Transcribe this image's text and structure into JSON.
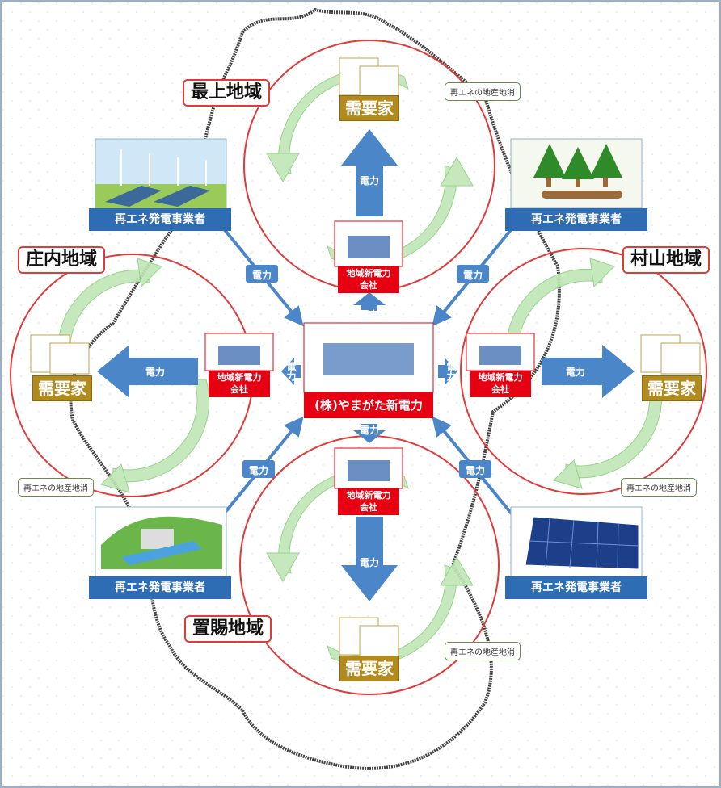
{
  "regions": {
    "mogami": "最上地域",
    "shonai": "庄内地域",
    "murayama": "村山地域",
    "okitama": "置賜地域"
  },
  "center": {
    "label": "(株)やまがた新電力"
  },
  "local_company": {
    "line1": "地域新電力",
    "line2": "会社"
  },
  "consumer_label": "需要家",
  "generator_label": "再エネ発電事業者",
  "chisan_label": "再エネの地産地消",
  "power_label": "電力",
  "colors": {
    "region_circle": "#e03a3a",
    "power_arrow": "#4a86c8",
    "cycle_arrow": "#bfe7b6",
    "consumer_bg": "#b38a1e",
    "generator_bg": "#2e6db3",
    "company_bg": "#e60012"
  }
}
